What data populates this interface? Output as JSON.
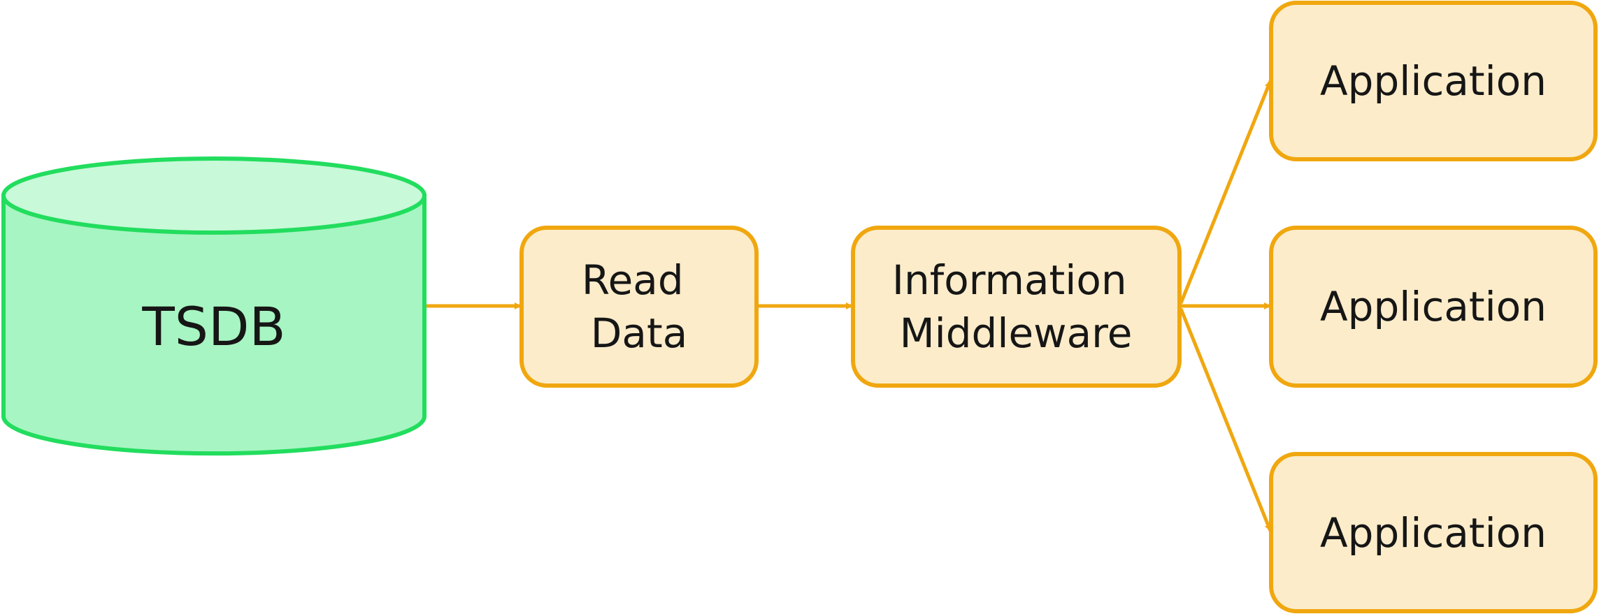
{
  "colors": {
    "db_fill": "#a7f5c2",
    "db_top_fill": "#c8f9d9",
    "db_stroke": "#22dd5e",
    "box_fill": "#fcecca",
    "box_stroke": "#f0a70f",
    "edge": "#f0a70f",
    "text": "#161616"
  },
  "nodes": {
    "tsdb": {
      "label": "TSDB",
      "shape": "cylinder"
    },
    "read_data": {
      "lines": [
        "Read",
        "Data"
      ],
      "shape": "rounded-rect"
    },
    "middleware": {
      "lines": [
        "Information",
        "Middleware"
      ],
      "shape": "rounded-rect"
    },
    "applications": [
      {
        "label": "Application"
      },
      {
        "label": "Application"
      },
      {
        "label": "Application"
      }
    ]
  },
  "edges": [
    {
      "from": "tsdb",
      "to": "read_data"
    },
    {
      "from": "read_data",
      "to": "middleware"
    },
    {
      "from": "middleware",
      "to": "applications.0"
    },
    {
      "from": "middleware",
      "to": "applications.1"
    },
    {
      "from": "middleware",
      "to": "applications.2"
    }
  ]
}
